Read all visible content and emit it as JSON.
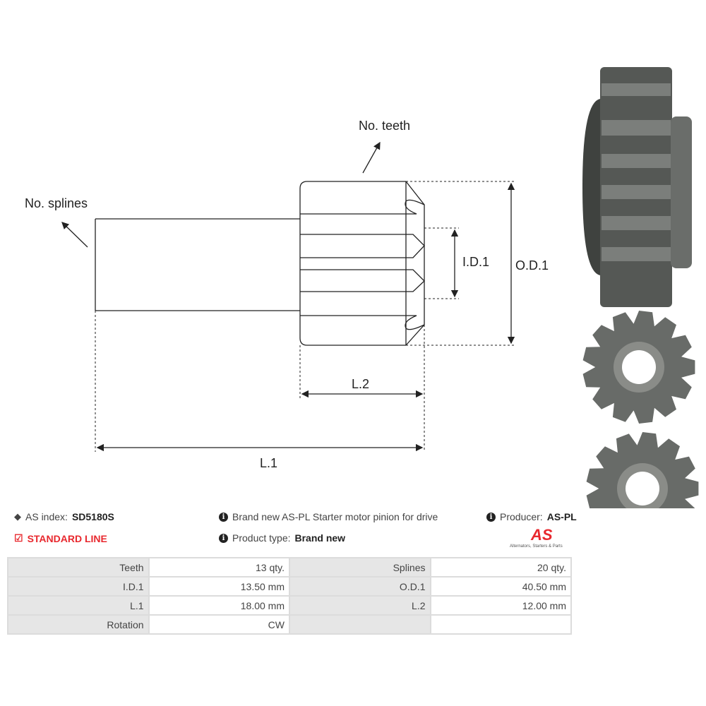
{
  "diagram": {
    "no_teeth": "No. teeth",
    "no_splines": "No. splines",
    "id1": "I.D.1",
    "od1": "O.D.1",
    "l2": "L.2",
    "l1": "L.1"
  },
  "info": {
    "as_index_label": "AS index:",
    "as_index_value": "SD5180S",
    "line": "STANDARD LINE",
    "description": "Brand new AS-PL Starter motor pinion for drive",
    "product_type_label": "Product type:",
    "product_type_value": "Brand new",
    "producer_label": "Producer:",
    "producer_value": "AS-PL",
    "logo_text": "AS",
    "logo_tagline": "Alternators, Starters & Parts"
  },
  "specs": [
    {
      "l1": "Teeth",
      "v1": "13 qty.",
      "l2": "Splines",
      "v2": "20 qty."
    },
    {
      "l1": "I.D.1",
      "v1": "13.50 mm",
      "l2": "O.D.1",
      "v2": "40.50 mm"
    },
    {
      "l1": "L.1",
      "v1": "18.00 mm",
      "l2": "L.2",
      "v2": "12.00 mm"
    },
    {
      "l1": "Rotation",
      "v1": "CW",
      "l2": "",
      "v2": ""
    }
  ],
  "colors": {
    "accent": "#e8282e",
    "metal": "#5f625f"
  }
}
